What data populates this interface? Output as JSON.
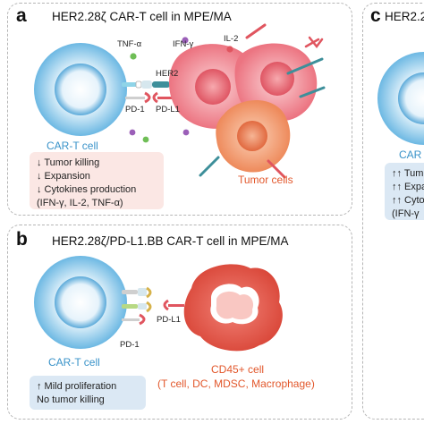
{
  "panel_a": {
    "letter": "a",
    "title": "HER2.28ζ CAR-T cell in MPE/MA",
    "labels": {
      "tnf": "TNF-α",
      "ifn": "IFN-γ",
      "il2": "IL-2",
      "her2": "HER2",
      "pd1": "PD-1",
      "pdl1": "PD-L1",
      "cart": "CAR-T cell",
      "tumor": "Tumor cells"
    },
    "effects": [
      "↓ Tumor killing",
      "↓ Expansion",
      "↓ Cytokines production",
      "(IFN-γ, IL-2, TNF-α)"
    ]
  },
  "panel_b": {
    "letter": "b",
    "title": "HER2.28ζ/PD-L1.BB CAR-T cell in MPE/MA",
    "labels": {
      "pdl1": "PD-L1",
      "pd1": "PD-1",
      "cart": "CAR-T cell",
      "cd45": "CD45+ cell",
      "cd45_types": "(T cell, DC, MDSC, Macrophage)"
    },
    "effects": [
      "↑ Mild proliferation",
      "No tumor killing"
    ]
  },
  "panel_c": {
    "letter": "c",
    "title": "HER2.2",
    "labels": {
      "cart": "CAR"
    },
    "effects": [
      "↑↑ Tumo",
      "↑↑ Expan",
      "↑↑ Cytok",
      "(IFN-γ"
    ]
  },
  "colors": {
    "cart_cell": "#5fb3e0",
    "tumor_cell": "#ee7b86",
    "cd45_cell": "#e5584a",
    "effect_box_red": "#fbe7e4",
    "effect_box_blue": "#dbe8f4"
  }
}
